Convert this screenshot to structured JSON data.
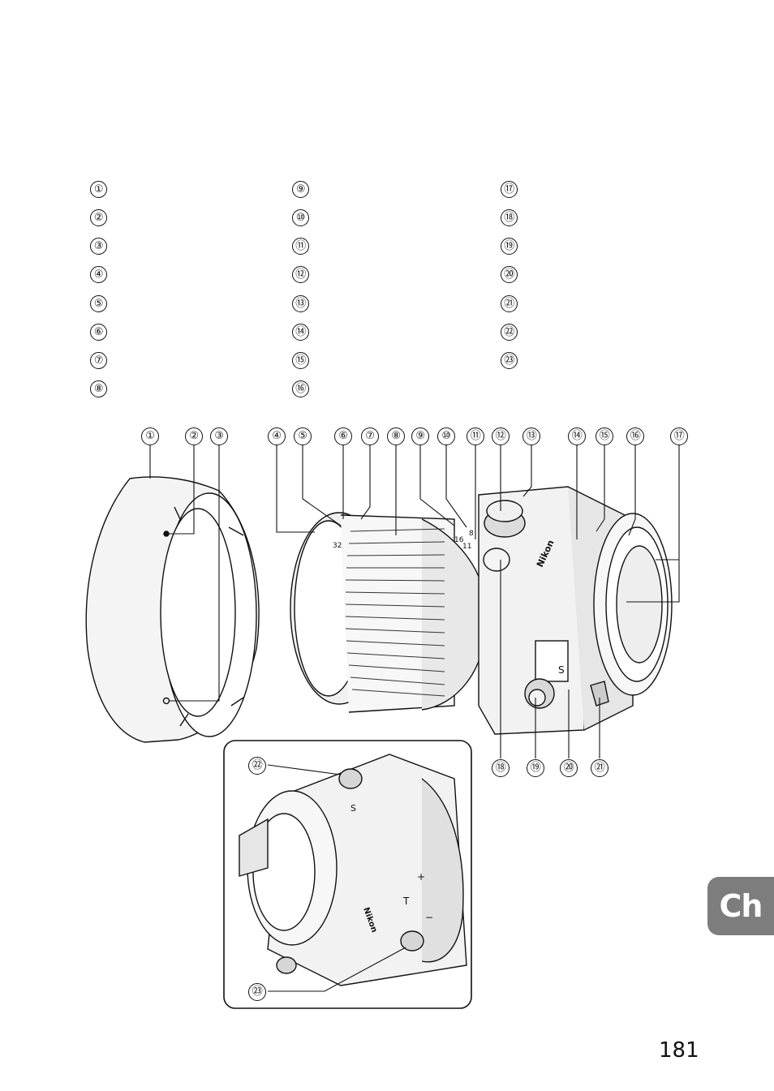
{
  "legend": {
    "col1": [
      "①",
      "②",
      "③",
      "④",
      "⑤",
      "⑥",
      "⑦",
      "⑧"
    ],
    "col2": [
      "⑨",
      "⑩",
      "⑪",
      "⑫",
      "⑬",
      "⑭",
      "⑮",
      "⑯"
    ],
    "col3": [
      "⑰",
      "⑱",
      "⑲",
      "⑳",
      "㉑",
      "㉒",
      "㉓"
    ]
  },
  "callouts": {
    "top": [
      "①",
      "②",
      "③",
      "④",
      "⑤",
      "⑥",
      "⑦",
      "⑧",
      "⑨",
      "⑩",
      "⑪",
      "⑫",
      "⑬",
      "⑭",
      "⑮",
      "⑯",
      "⑰"
    ],
    "bottom": [
      "⑱",
      "⑲",
      "⑳",
      "㉑"
    ],
    "inset": [
      "㉒",
      "㉓"
    ]
  },
  "lens_markings": {
    "brand": "Nikon",
    "mode_s": "S",
    "mode_t": "T",
    "scale_plus": "+",
    "scale_minus": "−",
    "aperture_marks": [
      "32",
      "16",
      "11",
      "8"
    ]
  },
  "tab_label": "Ch",
  "page_number": "181"
}
